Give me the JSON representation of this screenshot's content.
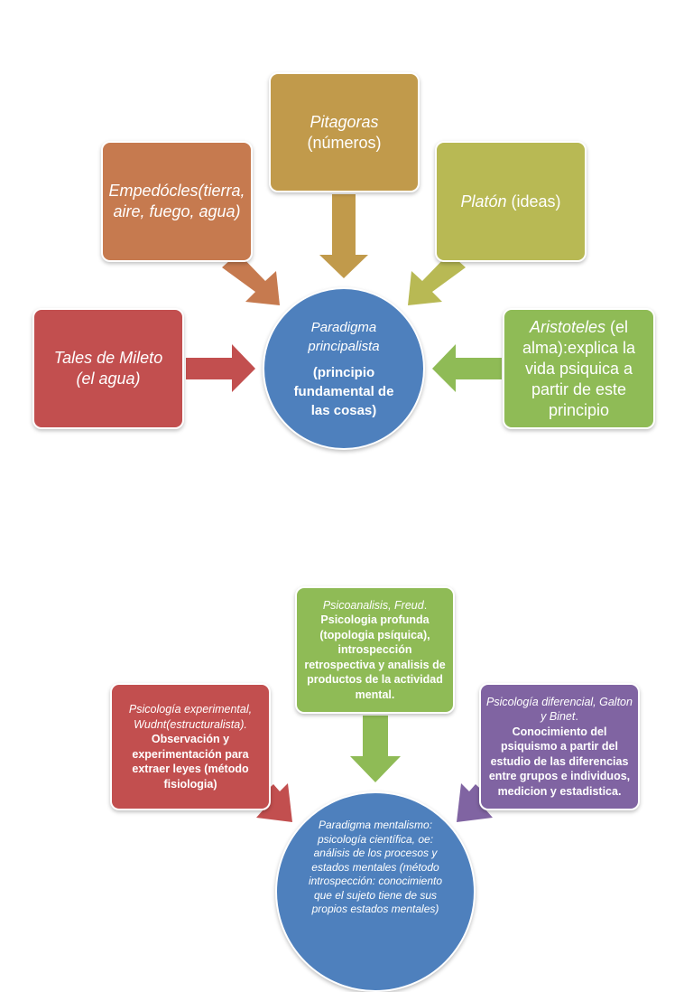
{
  "diagram1": {
    "center": {
      "title_line1": "Paradigma",
      "title_line2": "principalista",
      "subtitle": "(principio fundamental de las cosas)"
    },
    "pitagoras": {
      "name": "Pitagoras",
      "detail": "(números)"
    },
    "empedocles": {
      "text": "Empedócles(tierra, aire, fuego, agua)"
    },
    "platon": {
      "name": "Platón",
      "detail": " (ideas)"
    },
    "tales": {
      "text": "Tales de Mileto (el agua)"
    },
    "aristoteles": {
      "name": "Aristoteles",
      "detail": " (el alma):explica la vida psiquica a partir de este principio"
    }
  },
  "diagram2": {
    "psicoanalisis": {
      "title": "Psicoanalisis, Freud",
      "title_suffix": ".",
      "body": "Psicologia profunda (topologia psíquica), introspección retrospectiva y analisis de productos de la actividad mental."
    },
    "experimental": {
      "title": "Psicología experimental, Wudnt(estructuralista).",
      "body": "Observación y experimentación para extraer leyes (método fisiologia)"
    },
    "diferencial": {
      "title": "Psicología diferencial, Galton y Binet",
      "title_suffix": ".",
      "body": "Conocimiento del psiquismo a partir del estudio de las diferencias entre grupos e individuos, medicion y estadistica."
    },
    "center": {
      "text": "Paradigma mentalismo: psicología científica, oe: análisis de los procesos y estados mentales (método introspección: conocimiento que el sujeto tiene de sus propios estados mentales)"
    }
  },
  "colors": {
    "pitagoras": "#c19a4b",
    "empedocles": "#c67a4f",
    "platon": "#b8b954",
    "tales": "#c24f4f",
    "aristoteles": "#8fbb56",
    "paradigma": "#4e80bd",
    "psicoanalisis": "#8fbb56",
    "experimental": "#c24f4f",
    "diferencial": "#8064a2"
  }
}
